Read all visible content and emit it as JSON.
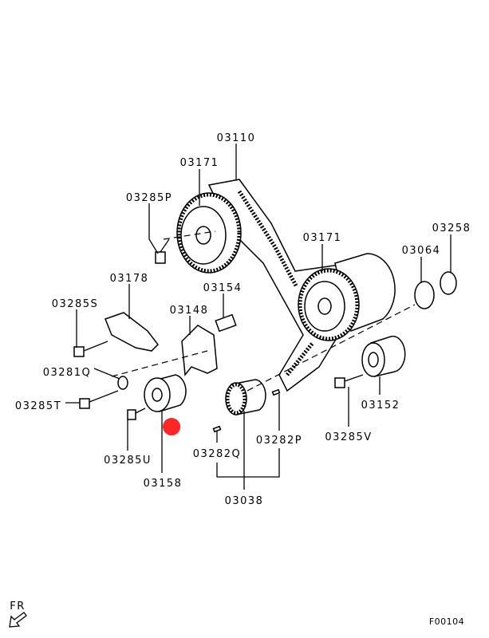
{
  "labels": {
    "p03110": "03110",
    "p03171_top": "03171",
    "p03285P": "03285P",
    "p03178": "03178",
    "p03154": "03154",
    "p03285S": "03285S",
    "p03148": "03148",
    "p03281Q": "03281Q",
    "p03285T": "03285T",
    "p03285U": "03285U",
    "p03158": "03158",
    "p03282Q": "03282Q",
    "p03282P": "03282P",
    "p03038": "03038",
    "p03285V": "03285V",
    "p03152": "03152",
    "p03064": "03064",
    "p03258": "03258",
    "p03171_right": "03171"
  },
  "direction_label": "FR",
  "figure_id": "F00104",
  "colors": {
    "highlight": "#ff0000"
  }
}
